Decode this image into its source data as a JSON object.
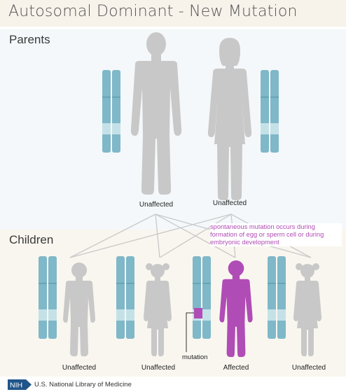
{
  "title": "Autosomal Dominant - New Mutation",
  "sections": {
    "parents": "Parents",
    "children": "Children"
  },
  "parents": [
    {
      "label": "Unaffected"
    },
    {
      "label": "Unaffected"
    }
  ],
  "children": [
    {
      "label": "Unaffected",
      "affected": false
    },
    {
      "label": "Unaffected",
      "affected": false
    },
    {
      "label": "Affected",
      "affected": true
    },
    {
      "label": "Unaffected",
      "affected": false
    }
  ],
  "annotation": "spontaneous mutation occurs during formation of egg or sperm cell or during embryonic development",
  "mutation_label": "mutation",
  "footer": {
    "logo_text": "NIH",
    "organization": "U.S. National Library of Medicine"
  },
  "colors": {
    "chromosome": "#7fb8c8",
    "chromosome_band": "#c5e1e8",
    "person": "#c8c8c8",
    "affected": "#b04cb5",
    "lines": "#c9c9c9"
  }
}
